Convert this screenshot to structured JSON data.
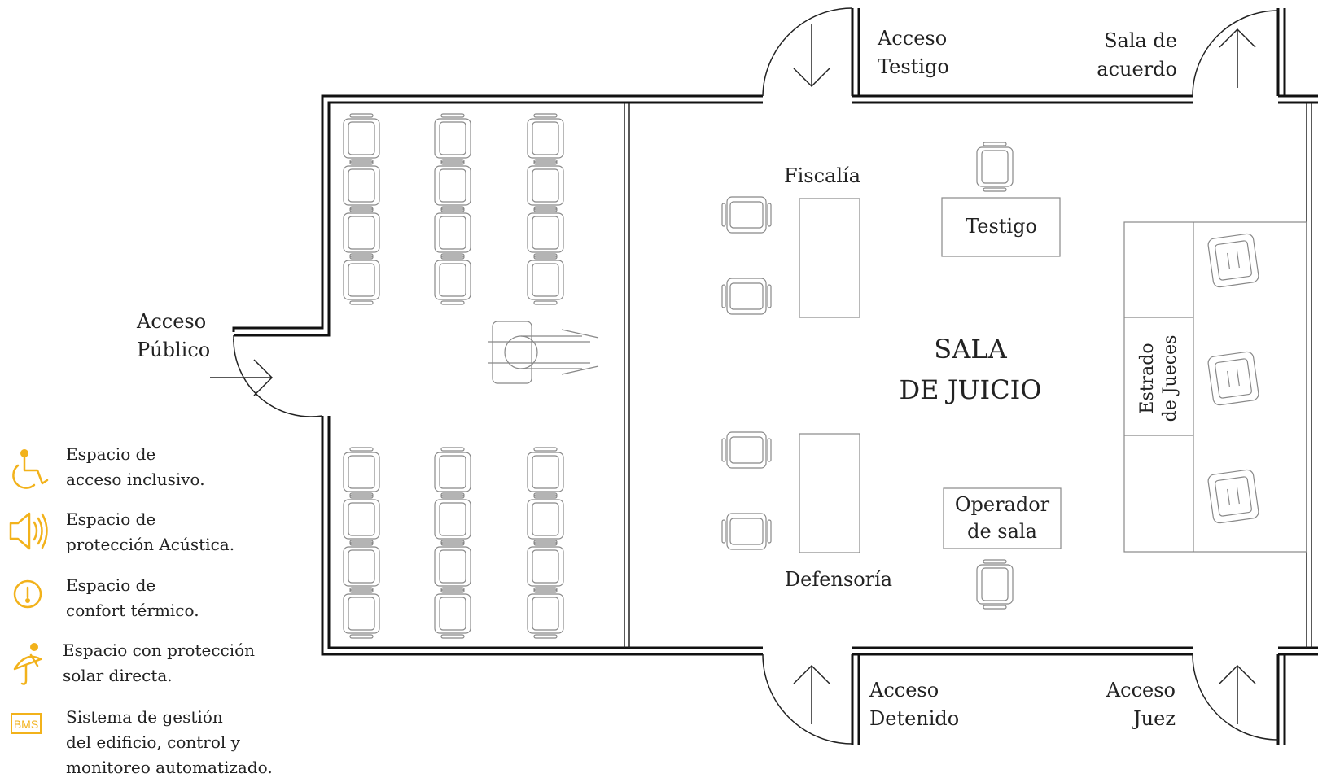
{
  "rooms": {
    "main_title_line1": "SALA",
    "main_title_line2": "DE JUICIO",
    "fiscalia": "Fiscalía",
    "defensoria": "Defensoría",
    "testigo": "Testigo",
    "operador_line1": "Operador",
    "operador_line2": "de sala",
    "estrado_line1": "Estrado",
    "estrado_line2": "de Jueces"
  },
  "accesses": {
    "testigo_line1": "Acceso",
    "testigo_line2": "Testigo",
    "acuerdo_line1": "Sala de",
    "acuerdo_line2": "acuerdo",
    "publico_line1": "Acceso",
    "publico_line2": "Público",
    "detenido_line1": "Acceso",
    "detenido_line2": "Detenido",
    "juez_line1": "Acceso",
    "juez_line2": "Juez"
  },
  "legend": {
    "accent_color": "#f2b21b",
    "items": [
      {
        "icon": "wheelchair-icon",
        "line1": "Espacio de",
        "line2": "acceso inclusivo."
      },
      {
        "icon": "speaker-icon",
        "line1": "Espacio de",
        "line2": "protección Acústica."
      },
      {
        "icon": "thermometer-icon",
        "line1": "Espacio de",
        "line2": "confort térmico."
      },
      {
        "icon": "sun-umbrella-icon",
        "line1": "Espacio con protección",
        "line2": "solar directa."
      },
      {
        "icon": "bms-icon",
        "icon_text": "BMS",
        "line1": "Sistema de gestión",
        "line2": "del edificio, control y",
        "line3": "monitoreo automatizado."
      }
    ]
  }
}
